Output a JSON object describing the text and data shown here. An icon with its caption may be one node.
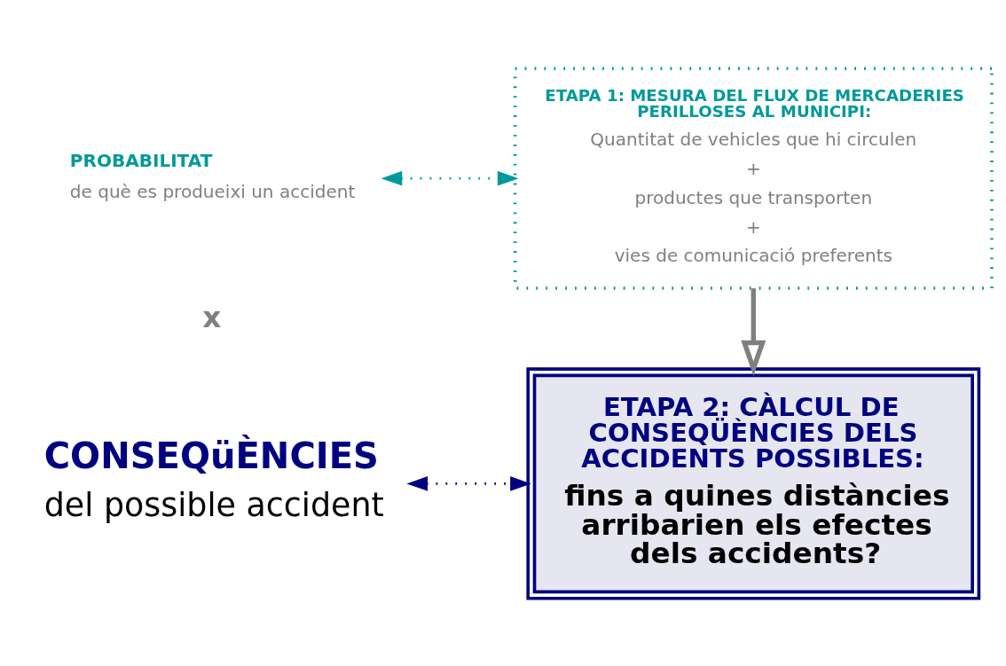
{
  "diagram": {
    "nodes": [
      {
        "text": [
          "PROBABILITAT",
          "de què es produeixi un accident"
        ]
      },
      {
        "text": [
          "ETAPA 1: MESURA DEL FLUX DE MERCADERIES PERILLOSES AL MUNICIPI:",
          "Quantitat de vehicles que hi circulen",
          "+",
          "productes que transporten",
          "+",
          "vies de comunicació preferents"
        ]
      },
      {
        "text": [
          "CONSEQüÈNCIES",
          "del possible accident"
        ]
      },
      {
        "text": [
          "ETAPA 2: CÀLCUL DE CONSEQÜÈNCIES DELS ACCIDENTS POSSIBLES:",
          "fins a quines distàncies arribarien els efectes dels accidents?"
        ]
      }
    ],
    "edges": [
      {
        "from": 0,
        "to": 1,
        "arrow": "both",
        "style": "dashed",
        "color": "#009999"
      },
      {
        "from": 2,
        "to": 3,
        "arrow": "both",
        "style": "dashed",
        "color": "#000080"
      },
      {
        "from": 1,
        "to": 3,
        "arrow": "to",
        "style": "thick",
        "color": "#808080"
      }
    ],
    "labels": [
      "x"
    ]
  }
}
